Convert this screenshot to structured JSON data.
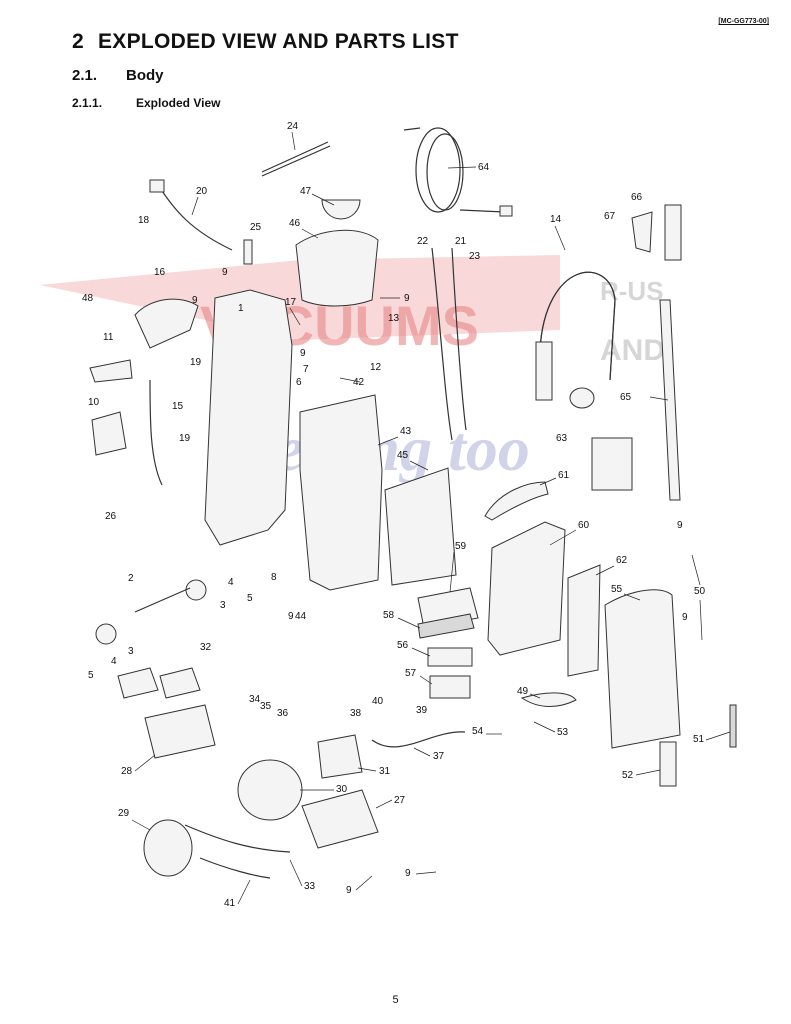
{
  "header": {
    "doc_code": "[MC-GG773-00]"
  },
  "headings": {
    "h1_num": "2",
    "h1_text": "EXPLODED VIEW AND PARTS LIST",
    "h2_num": "2.1.",
    "h2_text": "Body",
    "h3_num": "2.1.1.",
    "h3_text": "Exploded View"
  },
  "watermark": {
    "line1": "VACUUMS",
    "line2": "R-US",
    "line3": "AND",
    "line4": "Sewing too",
    "colors": {
      "red": "#e88888",
      "blue": "#aab0d8"
    }
  },
  "part_labels": {
    "p1": "1",
    "p2": "2",
    "p3a": "3",
    "p3b": "3",
    "p4a": "4",
    "p4b": "4",
    "p5a": "5",
    "p5b": "5",
    "p6": "6",
    "p7": "7",
    "p8": "8",
    "p9a": "9",
    "p9b": "9",
    "p9c": "9",
    "p9d": "9",
    "p9e": "9",
    "p9f": "9",
    "p9g": "9",
    "p9h": "9",
    "p9i": "9",
    "p10": "10",
    "p11": "11",
    "p12": "12",
    "p13": "13",
    "p14": "14",
    "p15": "15",
    "p16": "16",
    "p17": "17",
    "p18": "18",
    "p19a": "19",
    "p19b": "19",
    "p20": "20",
    "p21": "21",
    "p22": "22",
    "p23": "23",
    "p24": "24",
    "p25": "25",
    "p26": "26",
    "p27": "27",
    "p28": "28",
    "p29": "29",
    "p30": "30",
    "p31": "31",
    "p32": "32",
    "p33": "33",
    "p34": "34",
    "p35": "35",
    "p36": "36",
    "p37": "37",
    "p38": "38",
    "p39": "39",
    "p40": "40",
    "p41": "41",
    "p42": "42",
    "p43": "43",
    "p44": "44",
    "p45": "45",
    "p46": "46",
    "p47": "47",
    "p48": "48",
    "p49": "49",
    "p50": "50",
    "p51": "51",
    "p52": "52",
    "p53": "53",
    "p54": "54",
    "p55": "55",
    "p56": "56",
    "p57": "57",
    "p58": "58",
    "p59": "59",
    "p60": "60",
    "p61": "61",
    "p62": "62",
    "p63": "63",
    "p64": "64",
    "p65": "65",
    "p66": "66",
    "p67": "67"
  },
  "footer": {
    "page_number": "5"
  }
}
